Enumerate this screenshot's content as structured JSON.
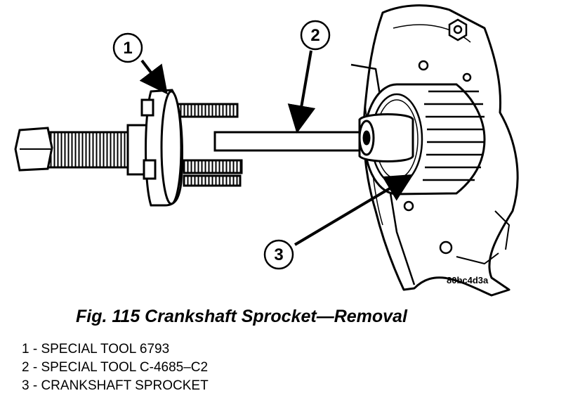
{
  "figure": {
    "callouts": [
      {
        "number": "1"
      },
      {
        "number": "2"
      },
      {
        "number": "3"
      }
    ],
    "image_code": "80bc4d3a"
  },
  "caption": "Fig. 115 Crankshaft Sprocket—Removal",
  "legend": [
    "1 - SPECIAL TOOL 6793",
    "2 - SPECIAL TOOL C-4685–C2",
    "3 - CRANKSHAFT SPROCKET"
  ]
}
